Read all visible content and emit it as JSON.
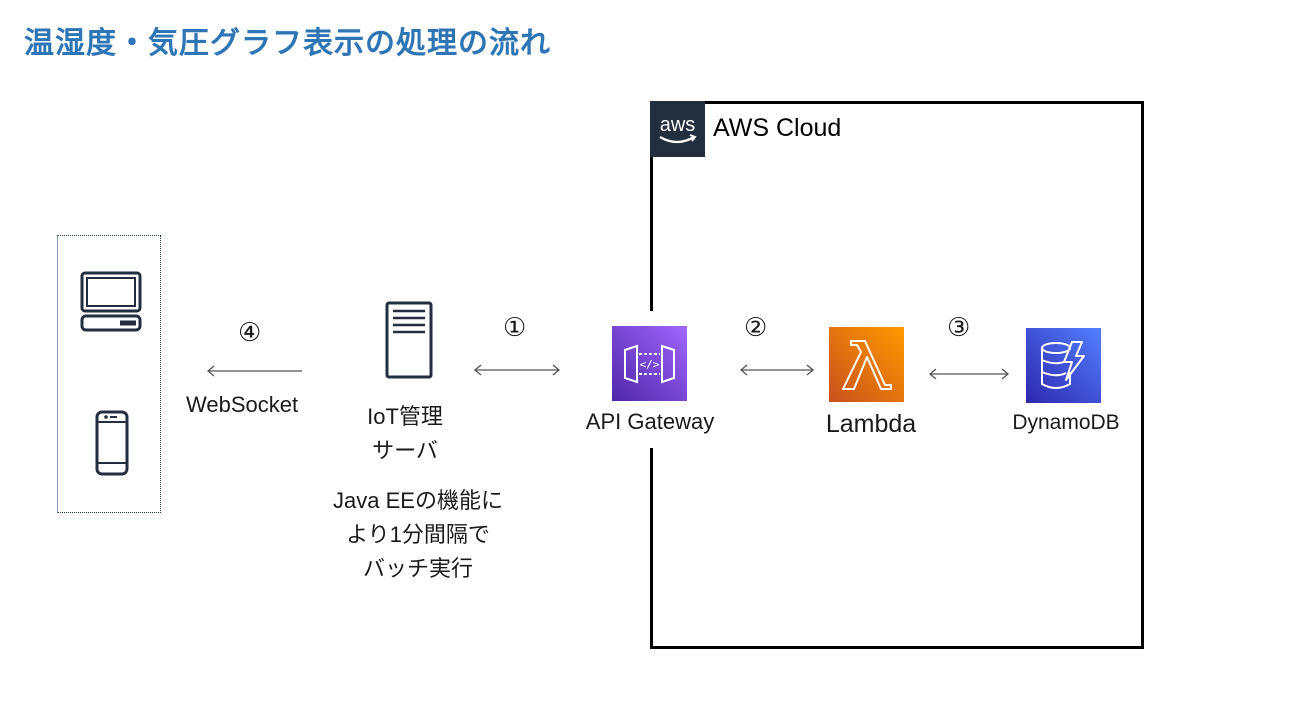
{
  "title": "温湿度・気圧グラフ表示の処理の流れ",
  "aws_cloud": {
    "label": "AWS Cloud",
    "logo_icon": "aws-logo-icon",
    "logo_text": "aws"
  },
  "clients": {
    "items": [
      {
        "icon": "desktop-computer-icon"
      },
      {
        "icon": "smartphone-icon"
      }
    ]
  },
  "connectors": [
    {
      "step": "④",
      "label": "WebSocket",
      "direction": "left"
    },
    {
      "step": "①",
      "direction": "both"
    },
    {
      "step": "②",
      "direction": "both"
    },
    {
      "step": "③",
      "direction": "both"
    }
  ],
  "nodes": {
    "iot_server": {
      "icon": "server-icon",
      "label": "IoT管理\nサーバ",
      "note": "Java EEの機能に\nより1分間隔で\nバッチ実行"
    },
    "api_gateway": {
      "icon": "api-gateway-icon",
      "label": "API Gateway",
      "color": "#8c4fff"
    },
    "lambda": {
      "icon": "lambda-icon",
      "label": "Lambda",
      "color": "#ed7100"
    },
    "dynamodb": {
      "icon": "dynamodb-icon",
      "label": "DynamoDB",
      "color": "#4053d6"
    }
  },
  "colors": {
    "title": "#2e75b6",
    "aws_dark": "#232f3e",
    "arrow": "#555555"
  }
}
